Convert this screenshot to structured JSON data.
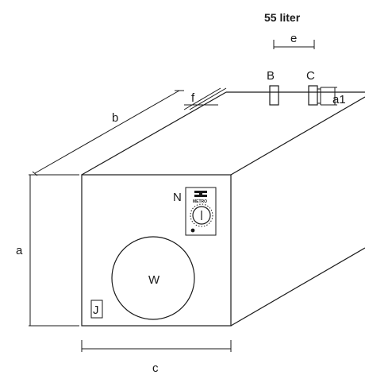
{
  "title": "55 liter",
  "labels": {
    "a": "a",
    "b": "b",
    "c": "c",
    "e": "e",
    "f": "f",
    "a1": "a1",
    "B": "B",
    "C": "C",
    "N": "N",
    "W": "W",
    "J": "J"
  },
  "logo": {
    "brand": "METRO"
  },
  "colors": {
    "line": "#1a1a1a",
    "background": "#ffffff"
  }
}
